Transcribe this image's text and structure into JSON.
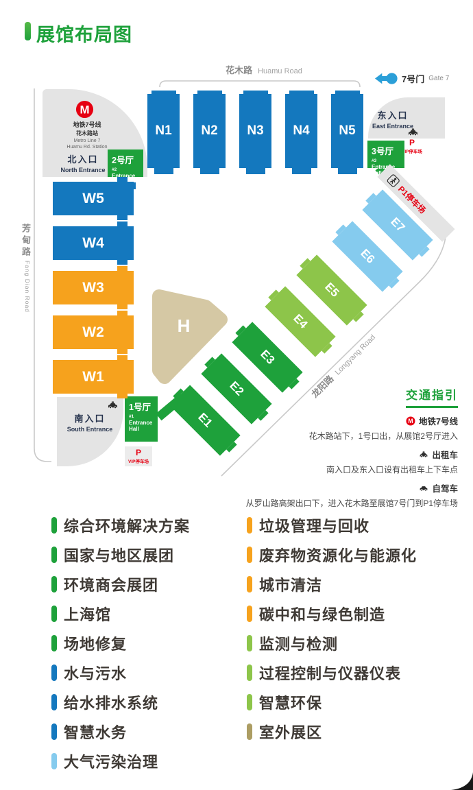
{
  "title": "展馆布局图",
  "colors": {
    "green": "#1EA13B",
    "blue": "#1478BE",
    "orange": "#F6A21D",
    "light_green": "#8DC54A",
    "light_blue": "#85CBEE",
    "tan": "#D5C8A4",
    "khaki": "#AC9D63",
    "red": "#E60012",
    "gate_blue": "#2B9FD8",
    "navy": "#26334D",
    "road_gray": "#C9C9C9",
    "block_gray": "#E4E4E4"
  },
  "roads": {
    "huamu_zh": "花木路",
    "huamu_en": "Huamu Road",
    "fangdian_zh": "芳甸路",
    "fangdian_en": "Fang Dian Road",
    "longyang_zh": "龙阳路",
    "longyang_en": "Longyang Road"
  },
  "gate7": {
    "zh": "7号门",
    "en": "Gate 7"
  },
  "metro": {
    "line_zh": "地铁7号线",
    "station_zh": "花木路站",
    "line_en": "Metro Line 7",
    "station_en": "Huamu Rd. Station"
  },
  "entrances": {
    "north_zh": "北入口",
    "north_en": "North Entrance",
    "east_zh": "东入口",
    "east_en": "East Entrance",
    "south_zh": "南入口",
    "south_en": "South Entrance"
  },
  "entrance_halls": {
    "hall1_zh": "1号厅",
    "hall1_num": "#1",
    "hall2_zh": "2号厅",
    "hall2_num": "#2",
    "hall3_zh": "3号厅",
    "hall3_num": "#3",
    "en": "Entrance Hall"
  },
  "parking": {
    "p": "P",
    "vip": "VIP停车场",
    "p1": "P1停车场"
  },
  "halls": {
    "n": [
      {
        "label": "N1",
        "color": "blue"
      },
      {
        "label": "N2",
        "color": "blue"
      },
      {
        "label": "N3",
        "color": "blue"
      },
      {
        "label": "N4",
        "color": "blue"
      },
      {
        "label": "N5",
        "color": "blue"
      }
    ],
    "w": [
      {
        "label": "W5",
        "color": "blue"
      },
      {
        "label": "W4",
        "color": "blue"
      },
      {
        "label": "W3",
        "color": "orange"
      },
      {
        "label": "W2",
        "color": "orange"
      },
      {
        "label": "W1",
        "color": "orange"
      }
    ],
    "e": [
      {
        "label": "E1",
        "color": "green"
      },
      {
        "label": "E2",
        "color": "green"
      },
      {
        "label": "E3",
        "color": "green"
      },
      {
        "label": "E4",
        "color": "light_green"
      },
      {
        "label": "E5",
        "color": "light_green"
      },
      {
        "label": "E6",
        "color": "light_blue"
      },
      {
        "label": "E7",
        "color": "light_blue"
      }
    ],
    "h": {
      "label": "H",
      "color": "tan"
    }
  },
  "traffic_guide": {
    "title": "交通指引",
    "items": [
      {
        "icon": "metro-icon",
        "header": "地铁7号线",
        "desc": "花木路站下，1号口出，从展馆2号厅进入"
      },
      {
        "icon": "taxi-icon",
        "header": "出租车",
        "desc": "南入口及东入口设有出租车上下车点"
      },
      {
        "icon": "car-icon",
        "header": "自驾车",
        "desc": "从罗山路高架出口下，进入花木路至展馆7号门到P1停车场"
      }
    ]
  },
  "legend": {
    "left": [
      {
        "label": "综合环境解决方案",
        "color": "green"
      },
      {
        "label": "国家与地区展团",
        "color": "green"
      },
      {
        "label": "环境商会展团",
        "color": "green"
      },
      {
        "label": "上海馆",
        "color": "green"
      },
      {
        "label": "场地修复",
        "color": "green"
      },
      {
        "label": "水与污水",
        "color": "blue"
      },
      {
        "label": "给水排水系统",
        "color": "blue"
      },
      {
        "label": "智慧水务",
        "color": "blue"
      },
      {
        "label": "大气污染治理",
        "color": "light_blue"
      }
    ],
    "right": [
      {
        "label": "垃圾管理与回收",
        "color": "orange"
      },
      {
        "label": "废弃物资源化与能源化",
        "color": "orange"
      },
      {
        "label": "城市清洁",
        "color": "orange"
      },
      {
        "label": "碳中和与绿色制造",
        "color": "orange"
      },
      {
        "label": "监测与检测",
        "color": "light_green"
      },
      {
        "label": "过程控制与仪器仪表",
        "color": "light_green"
      },
      {
        "label": "智慧环保",
        "color": "light_green"
      },
      {
        "label": "室外展区",
        "color": "khaki"
      }
    ]
  }
}
